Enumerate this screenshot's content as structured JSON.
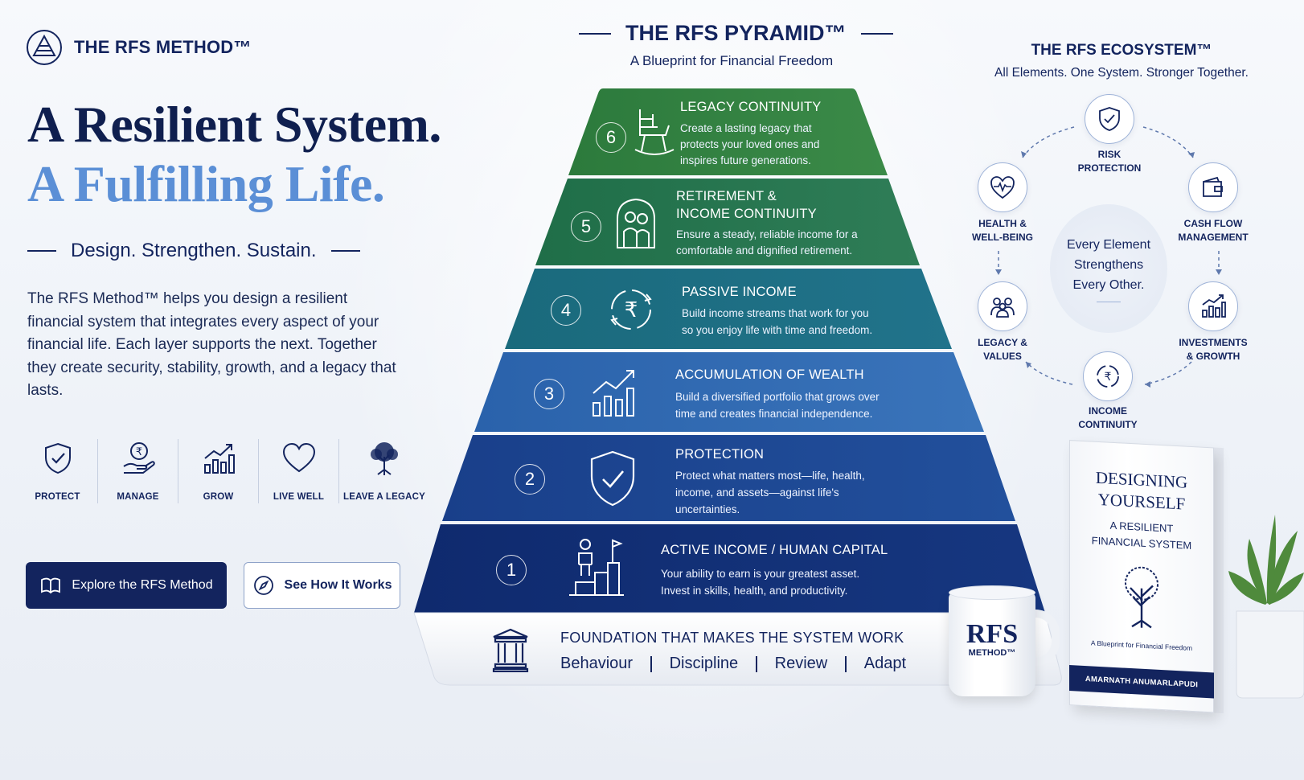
{
  "brand": {
    "name": "THE RFS METHOD™",
    "logo_icon": "pyramid-logo-icon"
  },
  "hero": {
    "line1": "A Resilient System.",
    "line2": "A Fulfilling Life.",
    "tagline": "Design. Strengthen. Sustain.",
    "intro": "The RFS Method™ helps you design a resilient financial system that integrates every aspect of your financial life. Each layer supports the next. Together they create security, stability, growth, and a legacy that lasts."
  },
  "pillars": [
    {
      "label": "PROTECT",
      "icon": "shield-check-icon"
    },
    {
      "label": "MANAGE",
      "icon": "rupee-hand-icon"
    },
    {
      "label": "GROW",
      "icon": "growth-chart-icon"
    },
    {
      "label": "LIVE WELL",
      "icon": "heart-icon"
    },
    {
      "label": "LEAVE A LEGACY",
      "icon": "tree-icon"
    }
  ],
  "buttons": {
    "primary": "Explore the RFS Method",
    "secondary": "See How It Works"
  },
  "pyramid": {
    "title": "THE RFS PYRAMID™",
    "subtitle": "A Blueprint for Financial Freedom",
    "tiers": [
      {
        "num": "6",
        "title": "LEGACY CONTINUITY",
        "desc1": "Create a lasting legacy that",
        "desc2": "protects your loved ones and",
        "desc3": "inspires future generations.",
        "icon": "rocking-chair-icon",
        "color": "#2f7a3e"
      },
      {
        "num": "5",
        "title1": "RETIREMENT &",
        "title2": "INCOME CONTINUITY",
        "desc1": "Ensure a steady, reliable income for a",
        "desc2": "comfortable and dignified retirement.",
        "icon": "retirement-couple-icon",
        "color": "#24704f"
      },
      {
        "num": "4",
        "title": "PASSIVE INCOME",
        "desc1": "Build income streams that work for you",
        "desc2": "so you enjoy life with time and freedom.",
        "icon": "rupee-cycle-icon",
        "color": "#1f6a80"
      },
      {
        "num": "3",
        "title": "ACCUMULATION OF WEALTH",
        "desc1": "Build a diversified portfolio that grows over",
        "desc2": "time and creates financial independence.",
        "icon": "growth-chart-icon",
        "color": "#2f66ad"
      },
      {
        "num": "2",
        "title": "PROTECTION",
        "desc1": "Protect what matters most—life, health,",
        "desc2": "income, and assets—against life's",
        "desc3": "uncertainties.",
        "icon": "shield-check-icon",
        "color": "#1e4a92"
      },
      {
        "num": "1",
        "title": "ACTIVE INCOME / HUMAN CAPITAL",
        "desc1": "Your ability to earn is your greatest asset.",
        "desc2": "Invest in skills, health, and productivity.",
        "icon": "person-steps-flag-icon",
        "color": "#13307a"
      }
    ],
    "foundation": {
      "title": "FOUNDATION THAT MAKES THE SYSTEM WORK",
      "items": [
        "Behaviour",
        "Discipline",
        "Review",
        "Adapt"
      ],
      "icon": "pillar-icon"
    }
  },
  "ecosystem": {
    "title": "THE RFS ECOSYSTEM™",
    "subtitle": "All Elements. One System. Stronger Together.",
    "center1": "Every Element",
    "center2": "Strengthens",
    "center3": "Every Other.",
    "nodes": [
      {
        "l1": "RISK",
        "l2": "PROTECTION",
        "icon": "shield-check-icon"
      },
      {
        "l1": "CASH FLOW",
        "l2": "MANAGEMENT",
        "icon": "wallet-icon"
      },
      {
        "l1": "INVESTMENTS",
        "l2": "& GROWTH",
        "icon": "bar-growth-icon"
      },
      {
        "l1": "INCOME",
        "l2": "CONTINUITY",
        "icon": "rupee-cycle-icon"
      },
      {
        "l1": "LEGACY &",
        "l2": "VALUES",
        "icon": "family-icon"
      },
      {
        "l1": "HEALTH &",
        "l2": "WELL-BEING",
        "icon": "heart-pulse-icon"
      }
    ]
  },
  "props": {
    "mug": {
      "line1": "RFS",
      "line2": "METHOD™"
    },
    "book": {
      "title1": "DESIGNING",
      "title2": "YOURSELF",
      "sub1": "A RESILIENT",
      "sub2": "FINANCIAL SYSTEM",
      "tagline": "A Blueprint for Financial Freedom",
      "author": "AMARNATH ANUMARLAPUDI"
    }
  }
}
